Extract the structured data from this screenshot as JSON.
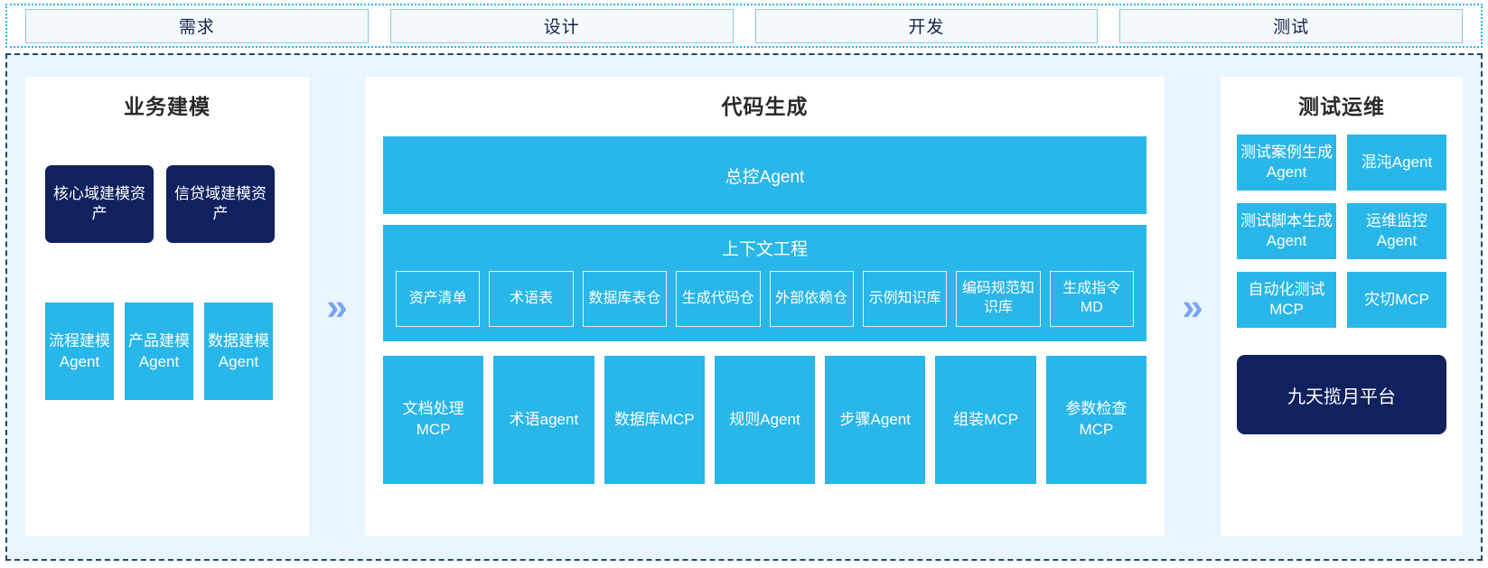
{
  "stages": [
    {
      "label": "需求"
    },
    {
      "label": "设计"
    },
    {
      "label": "开发"
    },
    {
      "label": "测试"
    }
  ],
  "colors": {
    "accent_cyan": "#29b6e8",
    "navy": "#10215e",
    "panel_bg": "#ffffff",
    "frame_bg": "#e9f5fd",
    "chevron": "#7aa6f0",
    "stage_border": "#8fc7dd",
    "stage_fill": "#f4f9fc"
  },
  "chevrons": [
    {
      "glyph": "»"
    },
    {
      "glyph": "»"
    }
  ],
  "panels": {
    "business_modeling": {
      "title": "业务建模",
      "assets": [
        {
          "label": "核心域建模资产"
        },
        {
          "label": "信贷域建模资产"
        }
      ],
      "agents": [
        {
          "label": "流程建模Agent"
        },
        {
          "label": "产品建模Agent"
        },
        {
          "label": "数据建模Agent"
        }
      ]
    },
    "code_generation": {
      "title": "代码生成",
      "master_agent": "总控Agent",
      "context_engineering": {
        "title": "上下文工程",
        "items": [
          {
            "label": "资产清单"
          },
          {
            "label": "术语表"
          },
          {
            "label": "数据库表仓"
          },
          {
            "label": "生成代码仓"
          },
          {
            "label": "外部依赖仓"
          },
          {
            "label": "示例知识库"
          },
          {
            "label": "编码规范知识库"
          },
          {
            "label": "生成指令MD"
          }
        ]
      },
      "tools": [
        {
          "label": "文档处理MCP"
        },
        {
          "label": "术语agent"
        },
        {
          "label": "数据库MCP"
        },
        {
          "label": "规则Agent"
        },
        {
          "label": "步骤Agent"
        },
        {
          "label": "组装MCP"
        },
        {
          "label": "参数检查MCP"
        }
      ]
    },
    "test_ops": {
      "title": "测试运维",
      "items": [
        {
          "label": "测试案例生成Agent"
        },
        {
          "label": "混沌Agent"
        },
        {
          "label": "测试脚本生成Agent"
        },
        {
          "label": "运维监控Agent"
        },
        {
          "label": "自动化测试MCP"
        },
        {
          "label": "灾切MCP"
        }
      ],
      "platform": "九天揽月平台"
    }
  }
}
